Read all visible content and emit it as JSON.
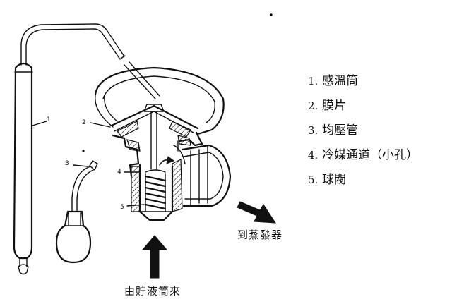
{
  "legend": {
    "items": [
      {
        "number": "1.",
        "label": "感溫筒"
      },
      {
        "number": "2.",
        "label": "膜片"
      },
      {
        "number": "3.",
        "label": "均壓管"
      },
      {
        "number": "4.",
        "label": "冷媒通道（小孔）"
      },
      {
        "number": "5.",
        "label": "球閥"
      }
    ]
  },
  "callouts": [
    "1",
    "2",
    "3",
    "4",
    "5"
  ],
  "flow": {
    "inlet_label": "由貯液筒來",
    "outlet_label": "到蒸發器"
  }
}
